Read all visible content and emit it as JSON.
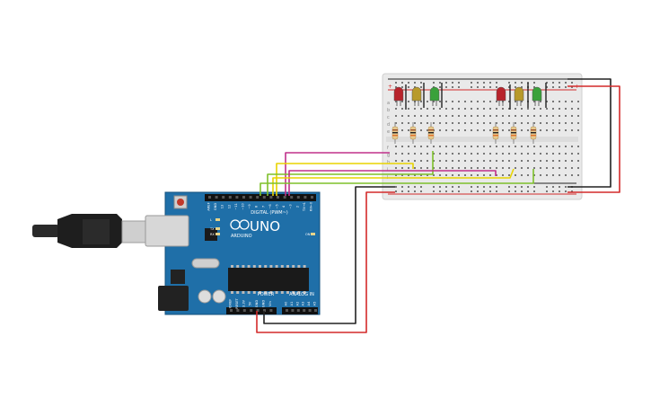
{
  "app": {
    "type": "circuit-simulator-canvas"
  },
  "board": {
    "name": "UNO",
    "brand": "ARDUINO",
    "header_label": "DIGITAL (PWM~)",
    "power_label": "POWER",
    "analog_label": "ANALOG IN",
    "power_pins": [
      "IOREF",
      "RESET",
      "3.3V",
      "5V",
      "GND",
      "GND",
      "Vin"
    ],
    "analog_pins": [
      "A0",
      "A1",
      "A2",
      "A3",
      "A4",
      "A5"
    ],
    "digital_pins": [
      "AREF",
      "GND",
      "13",
      "12",
      "~11",
      "~10",
      "~9",
      "8",
      "7",
      "~6",
      "~5",
      "4",
      "~3",
      "2",
      "TX→1",
      "RX←0"
    ],
    "led_labels": [
      "L",
      "TX",
      "RX",
      "ON"
    ],
    "board_color": "#1f6fa8"
  },
  "breadboard": {
    "row_letters_top": [
      "a",
      "b",
      "c",
      "d",
      "e"
    ],
    "row_letters_bottom": [
      "f",
      "g",
      "h",
      "i",
      "j"
    ],
    "rail_plus": "+",
    "rail_minus": "−"
  },
  "traffic_lights": [
    {
      "id": 1,
      "leds": [
        {
          "color": "red",
          "hex": "#b8232b"
        },
        {
          "color": "yellow",
          "hex": "#b89a2a"
        },
        {
          "color": "green",
          "hex": "#3aa13a"
        }
      ]
    },
    {
      "id": 2,
      "leds": [
        {
          "color": "red",
          "hex": "#b8232b"
        },
        {
          "color": "yellow",
          "hex": "#b89a2a"
        },
        {
          "color": "green",
          "hex": "#3aa13a"
        }
      ]
    }
  ],
  "resistor_count": 6,
  "wires": [
    {
      "from": "D12",
      "to": "red-led-1",
      "color": "#c0308a"
    },
    {
      "from": "D11",
      "to": "yellow-led-1",
      "color": "#e8d400"
    },
    {
      "from": "D10",
      "to": "green-led-1",
      "color": "#7ec02a"
    },
    {
      "from": "D9",
      "to": "red-led-2",
      "color": "#c0308a"
    },
    {
      "from": "D8",
      "to": "yellow-led-2",
      "color": "#e8d400"
    },
    {
      "from": "D7",
      "to": "green-led-2",
      "color": "#7ec02a"
    },
    {
      "from": "5V",
      "to": "rail-plus",
      "color": "#d42a2a"
    },
    {
      "from": "GND",
      "to": "rail-minus",
      "color": "#222222"
    }
  ],
  "usb_cable": {
    "color": "#2a2a2a"
  }
}
